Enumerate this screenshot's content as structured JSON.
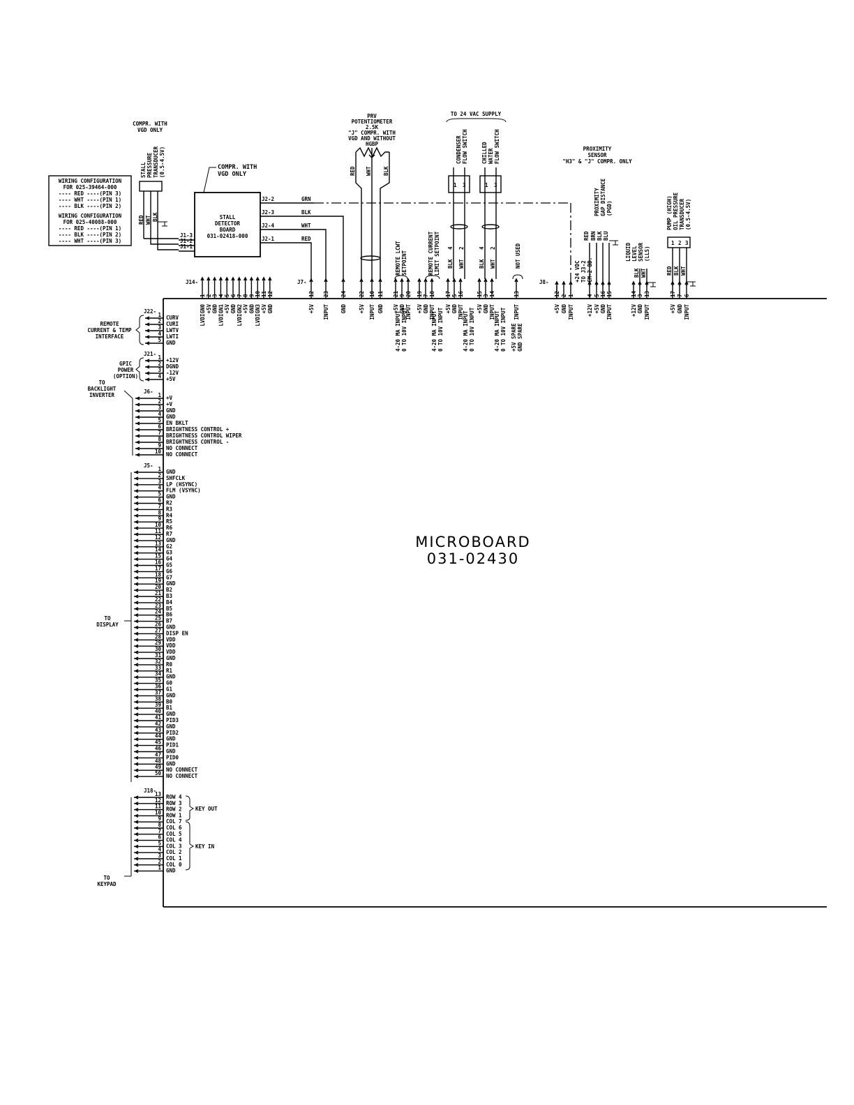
{
  "microboard": {
    "name": "MICROBOARD",
    "part": "031-02430"
  },
  "top": {
    "compr_vgd": [
      "COMPR. WITH",
      "VGD ONLY"
    ],
    "stall_transducer": [
      "STALL",
      "PRESSURE",
      "TRANSDUCER",
      "(0.5-4.5V)"
    ],
    "wiring_config": [
      "WIRING CONFIGURATION",
      "FOR 025-39464-000",
      "---- RED ----(PIN 3)",
      "---- WHT ----(PIN 1)",
      "---- BLK ----(PIN 2)",
      "WIRING CONFIGURATION",
      "FOR 025-40088-000",
      "---- RED ----(PIN 1)",
      "---- BLK ----(PIN 2)",
      "---- WHT ----(PIN 3)"
    ],
    "stall_wire_colors": [
      "RED",
      "WHT",
      "BLK"
    ],
    "j1_labels": [
      "J1-3",
      "J1-2",
      "J1-1"
    ],
    "compr_vgd2": [
      "COMPR. WITH",
      "VGD ONLY"
    ],
    "stall_board": [
      "STALL",
      "DETECTOR",
      "BOARD",
      "031-02418-000"
    ],
    "j2_labels": [
      "J2-2",
      "J2-3",
      "J2-4",
      "J2-1"
    ],
    "j2_colors": [
      "GRN",
      "BLK",
      "WHT",
      "RED"
    ],
    "prv": [
      "PRV",
      "POTENTIOMETER",
      "2.5K",
      "\"J\" COMPR. WITH",
      "VGD AND WITHOUT",
      "HGBP"
    ],
    "prv_colors": [
      "RED",
      "WHT",
      "BLK"
    ],
    "supply": "TO 24 VAC SUPPLY",
    "condenser": [
      "CONDENSER",
      "FLOW SWITCH"
    ],
    "chilled": [
      "CHILLED",
      "WATER",
      "FLOW SWITCH"
    ],
    "flow_terms": [
      "1",
      "3"
    ],
    "flow_wires": [
      "BLK",
      "4",
      "WHT",
      "2"
    ],
    "remote_lcwt": [
      "REMOTE LCWT",
      "SETPOINT"
    ],
    "remote_current": [
      "REMOTE CURRENT",
      "LIMIT SETPOINT"
    ],
    "not_used": "NOT USED",
    "proximity": [
      "PROXIMITY",
      "SENSOR",
      "\"H3\" & \"J\" COMPR. ONLY"
    ],
    "prox_gap": [
      "PROXIMITY",
      "GAP DISTANCE",
      "(PGD)"
    ],
    "prox_colors": [
      "RED",
      "BRN",
      "BLK",
      "BLU"
    ],
    "vdc": [
      "+24 VDC",
      "TO J3-2",
      "CM-2 BD."
    ],
    "liquid_level": [
      "LIQUID",
      "LEVEL",
      "SENSOR",
      "(LLS)"
    ],
    "lls_colors": [
      "BLK",
      "WHT"
    ],
    "oil_pressure": [
      "PUMP (HIGH)",
      "OIL PRESSURE",
      "TRANSDUCER",
      "(0.5-4.5V)"
    ],
    "oil_colors": [
      "RED",
      "BLK",
      "WHT"
    ],
    "oil_terms": [
      "1",
      "2",
      "3"
    ]
  },
  "top_connectors": {
    "j14": {
      "label": "J14-",
      "pins": [
        "1",
        "2",
        "3",
        "4",
        "5",
        "6",
        "7",
        "8",
        "9",
        "10",
        "11",
        "12"
      ],
      "signals": [
        "LVDIGN0",
        "+5V",
        "GND",
        "LVDIGN1",
        "+5V",
        "GND",
        "LVDIGN2",
        "+5V",
        "GND",
        "LVDIGN3",
        "+5V",
        "GND"
      ]
    },
    "j7": {
      "label": "J7-",
      "pins": [
        "12",
        "23",
        "24",
        "22",
        "10",
        "11",
        "21",
        "9",
        "20",
        "19",
        "7",
        "18",
        "17",
        "5",
        "16",
        "15",
        "3",
        "14",
        "13"
      ],
      "signals": [
        "+5V",
        "INPUT",
        "GND",
        "+5V",
        "INPUT",
        "GND",
        "+5V",
        "GND",
        "INPUT",
        "+5V",
        "GND",
        "INPUT",
        "+5V",
        "GND",
        "INPUT",
        "+5V",
        "GND",
        "INPUT",
        "INPUT"
      ]
    },
    "j7_notes": [
      "4-20 MA INPUT",
      "0 TO 10V INPUT",
      "4-20 MA INPUT",
      "0 TO 10V INPUT",
      "4-20 MA INPUT",
      "0 TO 10V INPUT",
      "4-20 MA INPUT",
      "0 TO 10V INPUT",
      "+5V SPARE",
      "GND SPARE"
    ],
    "j8": {
      "label": "J8-",
      "pins": [
        "12",
        "2",
        "1",
        "4",
        "5",
        "16",
        "15",
        "14",
        "3",
        "13",
        "17",
        "7",
        "6"
      ],
      "signals": [
        "+5V",
        "GND",
        "INPUT",
        "+12V",
        "+5V",
        "GND",
        "INPUT",
        "+12V",
        "GND",
        "INPUT",
        "+5V",
        "GND",
        "INPUT"
      ]
    }
  },
  "left_connectors": {
    "j22": {
      "label": "J22-",
      "group": [
        "REMOTE",
        "CURRENT & TEMP",
        "INTERFACE"
      ],
      "pins": [
        "1",
        "2",
        "3",
        "4",
        "5"
      ],
      "signals": [
        "CURV",
        "CURI",
        "LWTV",
        "LWTI",
        "GND"
      ]
    },
    "j21": {
      "label": "J21-",
      "group": [
        "GPIC",
        "POWER",
        "(OPTION)"
      ],
      "pins": [
        "1",
        "2",
        "3",
        "4"
      ],
      "signals": [
        "+12V",
        "DGND",
        "-12V",
        "+5V"
      ]
    },
    "j6": {
      "label": "J6-",
      "group": [
        "TO",
        "BACKLIGHT",
        "INVERTER"
      ],
      "pins": [
        "1",
        "2",
        "3",
        "4",
        "5",
        "6",
        "7",
        "8",
        "9",
        "10"
      ],
      "signals": [
        "+V",
        "+V",
        "GND",
        "GND",
        "EN BKLT",
        "BRIGHTNESS CONTROL +",
        "BRIGHTNESS CONTROL WIPER",
        "BRIGHTNESS CONTROL -",
        "NO CONNECT",
        "NO CONNECT"
      ]
    },
    "j5": {
      "label": "J5-",
      "group": [
        "TO",
        "DISPLAY"
      ],
      "pins": [
        "1",
        "2",
        "3",
        "4",
        "5",
        "6",
        "7",
        "8",
        "9",
        "10",
        "11",
        "12",
        "13",
        "14",
        "15",
        "16",
        "17",
        "18",
        "19",
        "20",
        "21",
        "22",
        "23",
        "24",
        "25",
        "26",
        "27",
        "28",
        "29",
        "30",
        "31",
        "32",
        "33",
        "34",
        "35",
        "36",
        "37",
        "38",
        "39",
        "40",
        "41",
        "42",
        "43",
        "44",
        "45",
        "46",
        "47",
        "48",
        "49",
        "50"
      ],
      "signals": [
        "GND",
        "SHFCLK",
        "LP (HSYNC)",
        "FLM (VSYNC)",
        "GND",
        "R2",
        "R3",
        "R4",
        "R5",
        "R6",
        "R7",
        "GND",
        "G2",
        "G3",
        "G4",
        "G5",
        "G6",
        "G7",
        "GND",
        "B2",
        "B3",
        "B4",
        "B5",
        "B6",
        "B7",
        "GND",
        "DISP EN",
        "VDD",
        "VDD",
        "VDD",
        "GND",
        "R0",
        "R1",
        "GND",
        "G0",
        "G1",
        "GND",
        "B0",
        "B1",
        "GND",
        "PID3",
        "GND",
        "PID2",
        "GND",
        "PID1",
        "GND",
        "PID0",
        "GND",
        "NO CONNECT",
        "NO CONNECT"
      ]
    },
    "j18": {
      "label": "J18-",
      "group": [
        "TO",
        "KEYPAD"
      ],
      "pins": [
        "13",
        "12",
        "11",
        "10",
        "9",
        "8",
        "7",
        "6",
        "5",
        "4",
        "3",
        "2",
        "1"
      ],
      "signals": [
        "ROW 4",
        "ROW 3",
        "ROW 2",
        "ROW 1",
        "COL 7",
        "COL 6",
        "COL 5",
        "COL 4",
        "COL 3",
        "COL 2",
        "COL 1",
        "COL 0",
        "GND"
      ],
      "key_out": "KEY OUT",
      "key_in": "KEY IN"
    }
  }
}
